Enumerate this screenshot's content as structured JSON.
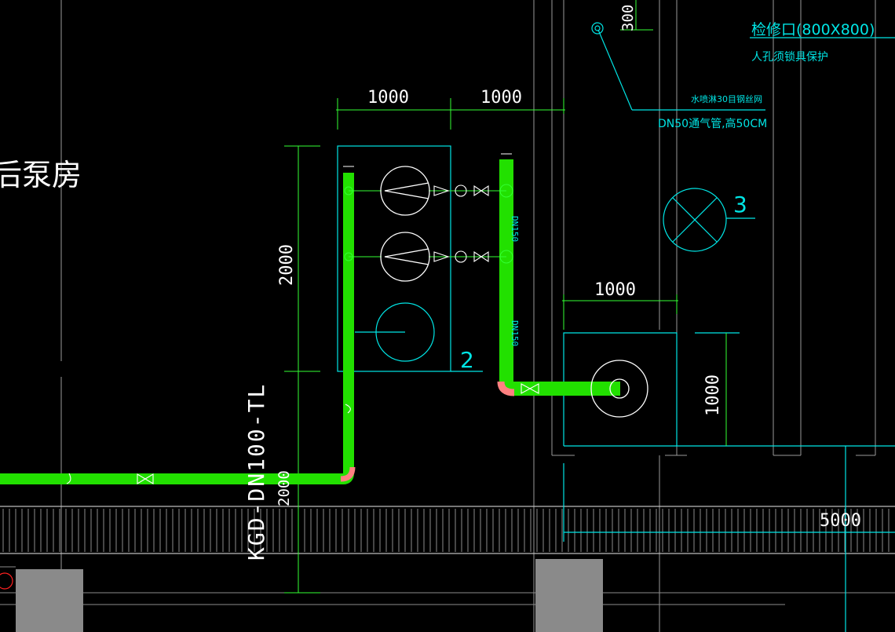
{
  "drawing": {
    "room_label": "后泵房",
    "pipe_main_label": "KGD-DN100-TL",
    "dim_labels": {
      "d1000_a": "1000",
      "d1000_b": "1000",
      "d2000_vertical": "2000",
      "d2000_lower": "2000",
      "d1000_pit_horizontal": "1000",
      "d1000_pit_vertical": "1000",
      "d5000": "5000",
      "d300": "300"
    },
    "callouts": {
      "manhole_size": "检修口(800X800)",
      "manhole_note": "人孔须锁具保护",
      "pipe_note_1": "水喷淋30目钢丝网",
      "pipe_note_2": "DN50通气管,高50CM",
      "tag_2": "2",
      "tag_3": "3"
    },
    "riser_labels": {
      "riser_1": "DN150",
      "riser_2": "DN150"
    },
    "colors": {
      "background": "#000000",
      "pipe": "#22e000",
      "cyan": "#00e5e5",
      "dimension": "#33ff33",
      "elbow": "#ff8080",
      "gray_block": "#8a8a8a"
    }
  }
}
